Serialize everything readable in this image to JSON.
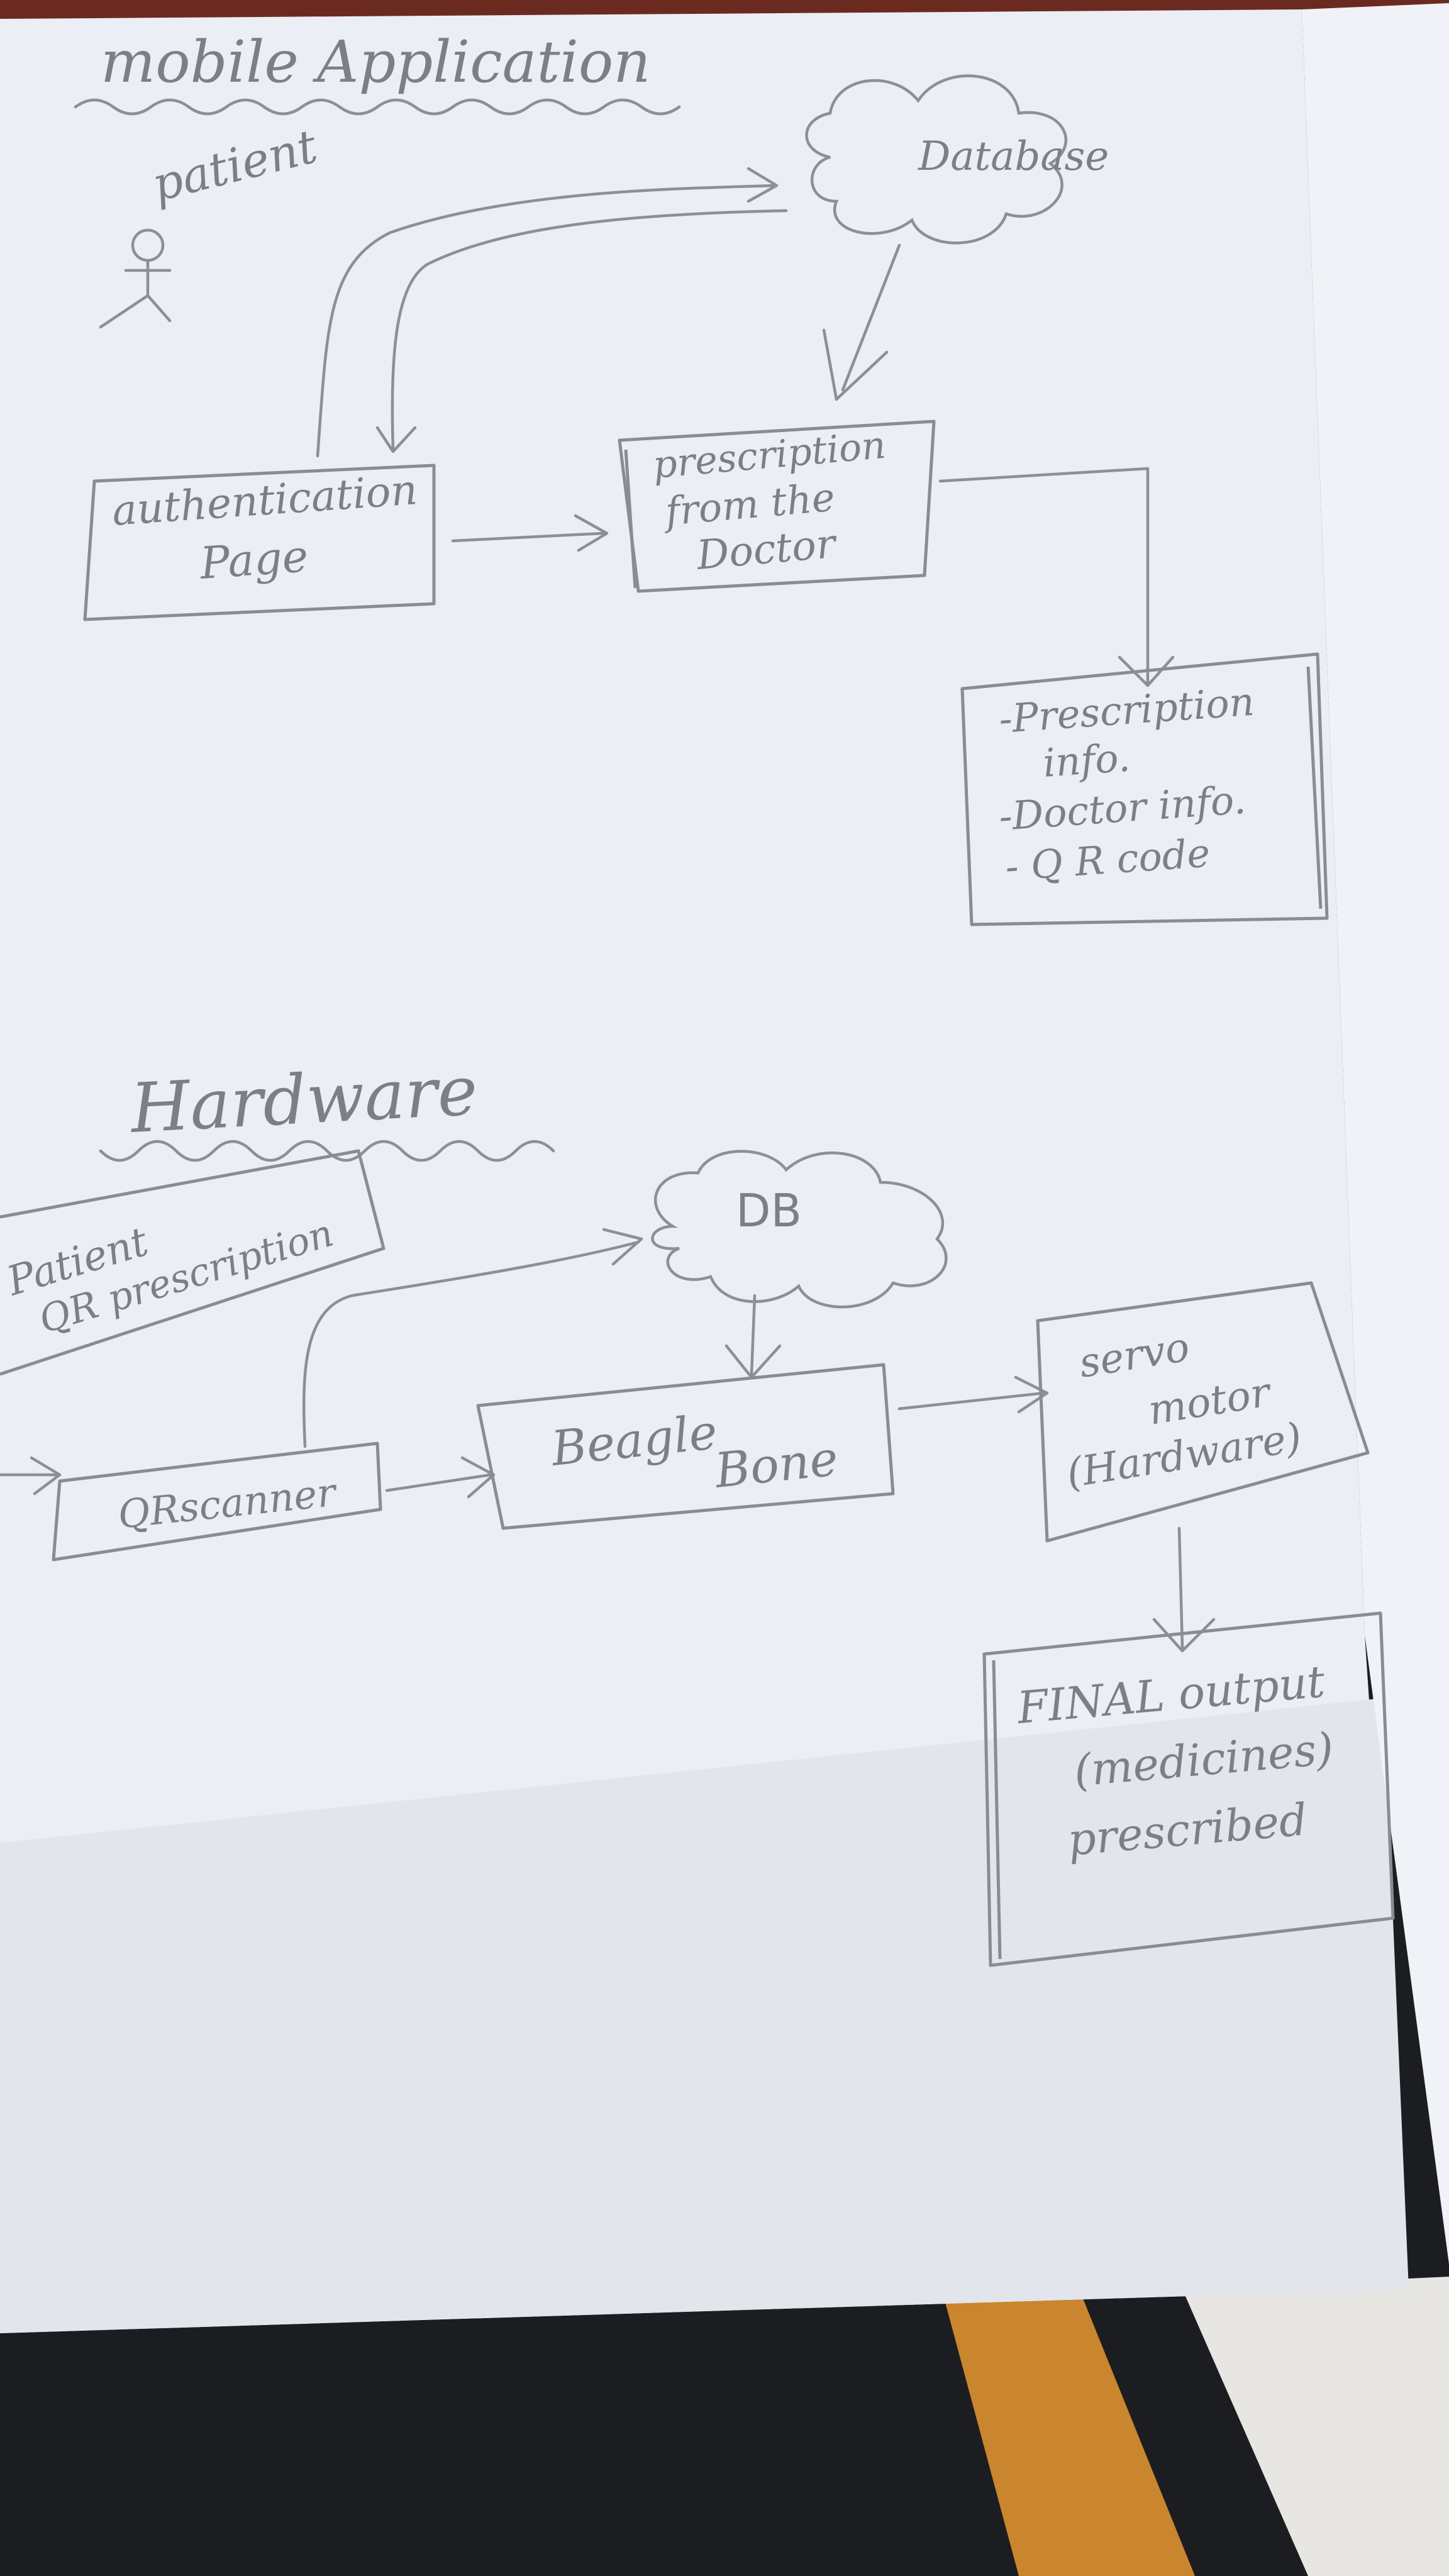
{
  "sections": {
    "mobile": {
      "title": "mobile Application",
      "actor_label": "patient",
      "database_label": "Database",
      "auth_box": {
        "line1": "authentication",
        "line2": "Page"
      },
      "prescription_box": {
        "line1": "prescription",
        "line2": "from the",
        "line3": "Doctor"
      },
      "info_box": {
        "line1": "-Prescription",
        "line2": "info.",
        "line3": "-Doctor info.",
        "line4": "- Q R code"
      }
    },
    "hardware": {
      "title": "Hardware",
      "patient_qr_box": {
        "line1": "Patient",
        "line2": "QR prescription"
      },
      "db_label": "DB",
      "qr_scanner_label": "QRscanner",
      "beaglebone": {
        "line1": "Beagle",
        "line2": "Bone"
      },
      "servo_box": {
        "line1": "servo",
        "line2": "motor",
        "line3": "(Hardware)"
      },
      "final_box": {
        "line1": "FINAL output",
        "line2": "(medicines)",
        "line3": "prescribed"
      }
    }
  },
  "colors": {
    "paper": "#eceef5",
    "pencil": "#8a8c93",
    "table": "#1c1d20",
    "chair": "#c9862e"
  },
  "icons": {
    "actor": "stick-figure-icon",
    "cloud": "cloud-icon"
  }
}
